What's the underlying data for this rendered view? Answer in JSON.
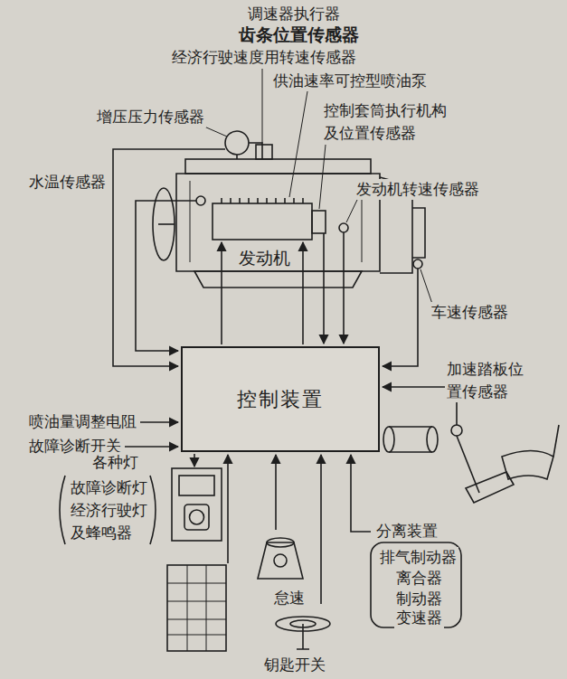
{
  "diagram": {
    "nodes": [
      {
        "text": [
          "控制装置"
        ]
      }
    ],
    "labels": [
      "调速器执行器",
      "齿条位置传感器",
      "经济行驶速度用转速传感器",
      "供油速率可控型喷油泵",
      "增压压力传感器",
      "控制套筒执行机构 及位置传感器",
      "水温传感器",
      "发动机转速传感器",
      "发动机",
      "车速传感器",
      "加速踏板位置传感器",
      "喷油量调整电阻",
      "故障诊断开关",
      "各种灯",
      "故障诊断灯",
      "经济行驶灯",
      "及蜂鸣器",
      "分离装置",
      "排气制动器",
      "离合器",
      "制动器",
      "变速器",
      "怠速",
      "钥匙开关"
    ]
  }
}
